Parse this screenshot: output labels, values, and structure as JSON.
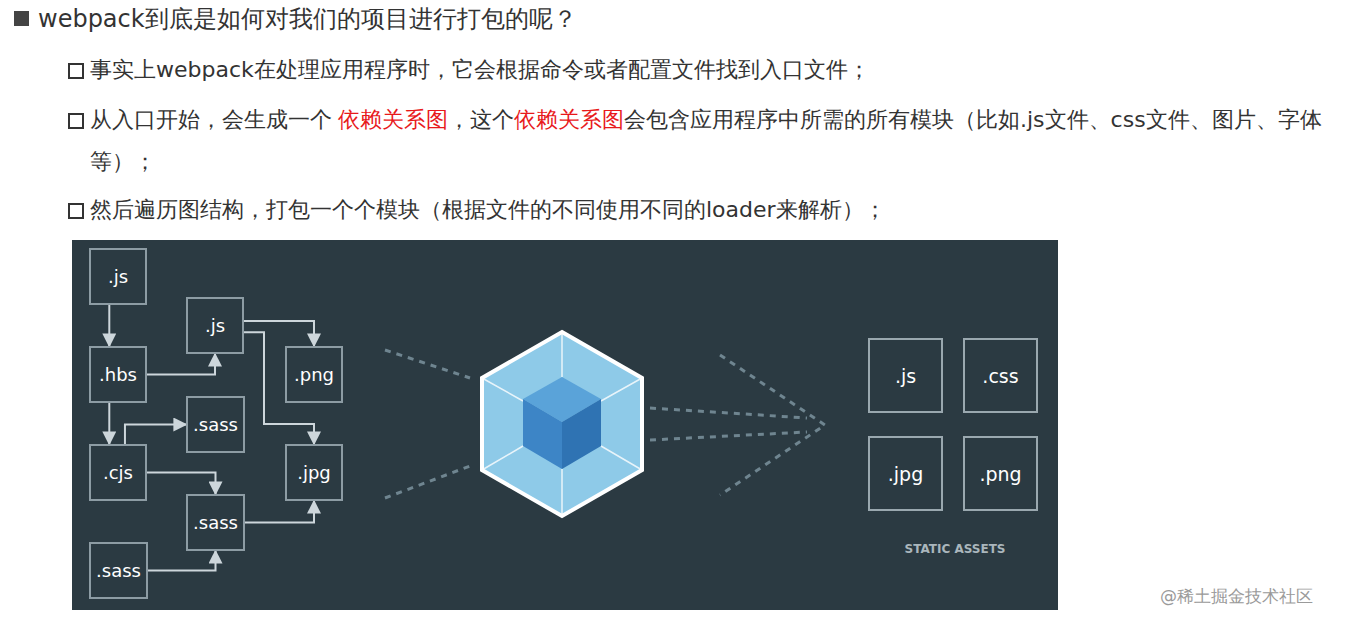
{
  "diagram": {
    "title": "webpack到底是如何对我们的项目进行打包的呢？",
    "nodes": [
      {
        "text": [
          ".js"
        ]
      },
      {
        "text": [
          ".js"
        ]
      },
      {
        "text": [
          ".hbs"
        ]
      },
      {
        "text": [
          ".png"
        ]
      },
      {
        "text": [
          ".sass"
        ]
      },
      {
        "text": [
          ".cjs"
        ]
      },
      {
        "text": [
          ".jpg"
        ]
      },
      {
        "text": [
          ".sass"
        ]
      },
      {
        "text": [
          ".sass"
        ]
      },
      {
        "text": [
          ".js"
        ]
      },
      {
        "text": [
          ".css"
        ]
      },
      {
        "text": [
          ".jpg"
        ]
      },
      {
        "text": [
          ".png"
        ]
      }
    ],
    "edges": [
      {
        "from": 0,
        "to": 2,
        "arrow": "to"
      },
      {
        "from": 2,
        "to": 1,
        "arrow": "to"
      },
      {
        "from": 1,
        "to": 3,
        "arrow": "to"
      },
      {
        "from": 1,
        "to": 6,
        "arrow": "to"
      },
      {
        "from": 2,
        "to": 5,
        "arrow": "to"
      },
      {
        "from": 5,
        "to": 4,
        "arrow": "to"
      },
      {
        "from": 5,
        "to": 7,
        "arrow": "to"
      },
      {
        "from": 7,
        "to": 6,
        "arrow": "to"
      },
      {
        "from": 8,
        "to": 7,
        "arrow": "to"
      }
    ],
    "labels": [
      "事实上webpack在处理应用程序时，它会根据命令或者配置文件找到入口文件；",
      "从入口开始，会生成一个",
      "依赖关系图",
      "，这个",
      "依赖关系图",
      "会包含应用程序中所需的所有模块（比如.js文件、css文件、图片、字体等）；",
      "然后遍历图结构，打包一个个模块（根据文件的不同使用不同的loader来解析）；",
      "STATIC ASSETS",
      "@稀土掘金技术社区"
    ]
  }
}
